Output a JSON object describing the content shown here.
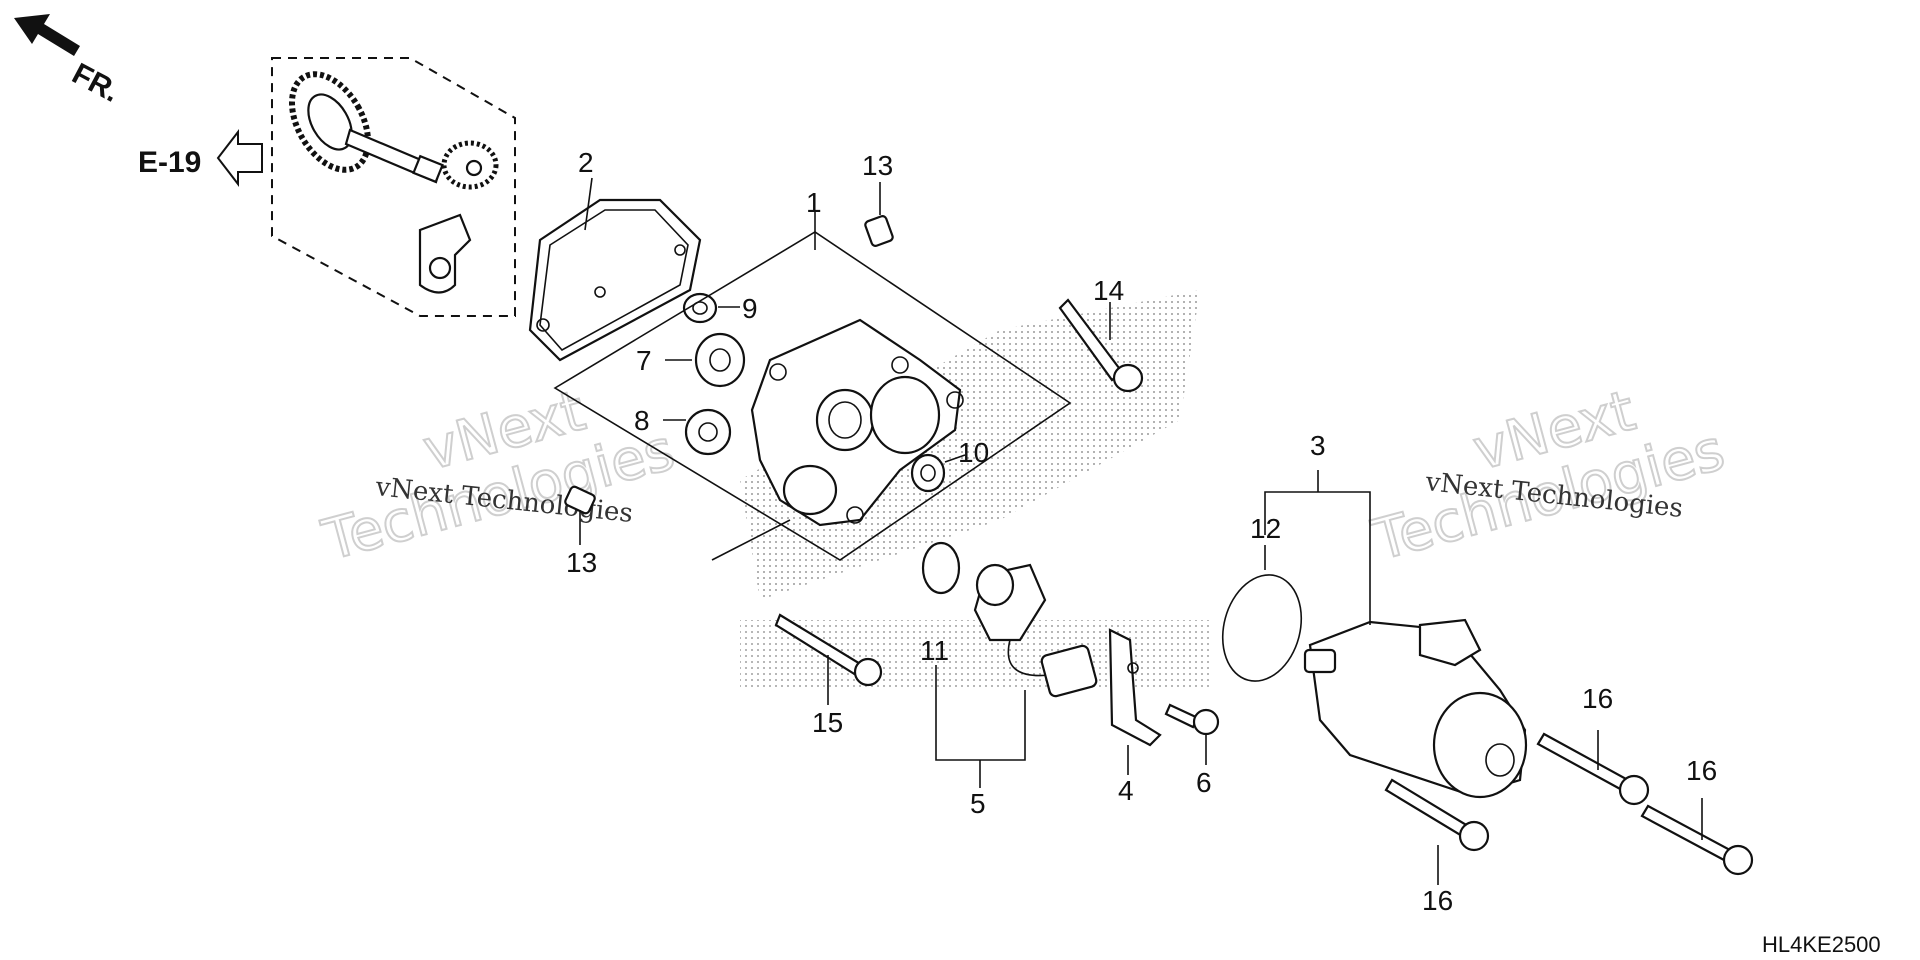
{
  "diagram": {
    "orientation_label": "FR.",
    "reference_label": "E-19",
    "diagram_code": "HL4KE2500",
    "callouts": [
      "1",
      "2",
      "3",
      "4",
      "5",
      "6",
      "7",
      "8",
      "9",
      "10",
      "11",
      "12",
      "13",
      "13",
      "14",
      "15",
      "16",
      "16",
      "16"
    ],
    "watermarks": {
      "small_text": "vNext Technologies",
      "big_line1": "vNext",
      "big_line2": "Technologies"
    }
  }
}
